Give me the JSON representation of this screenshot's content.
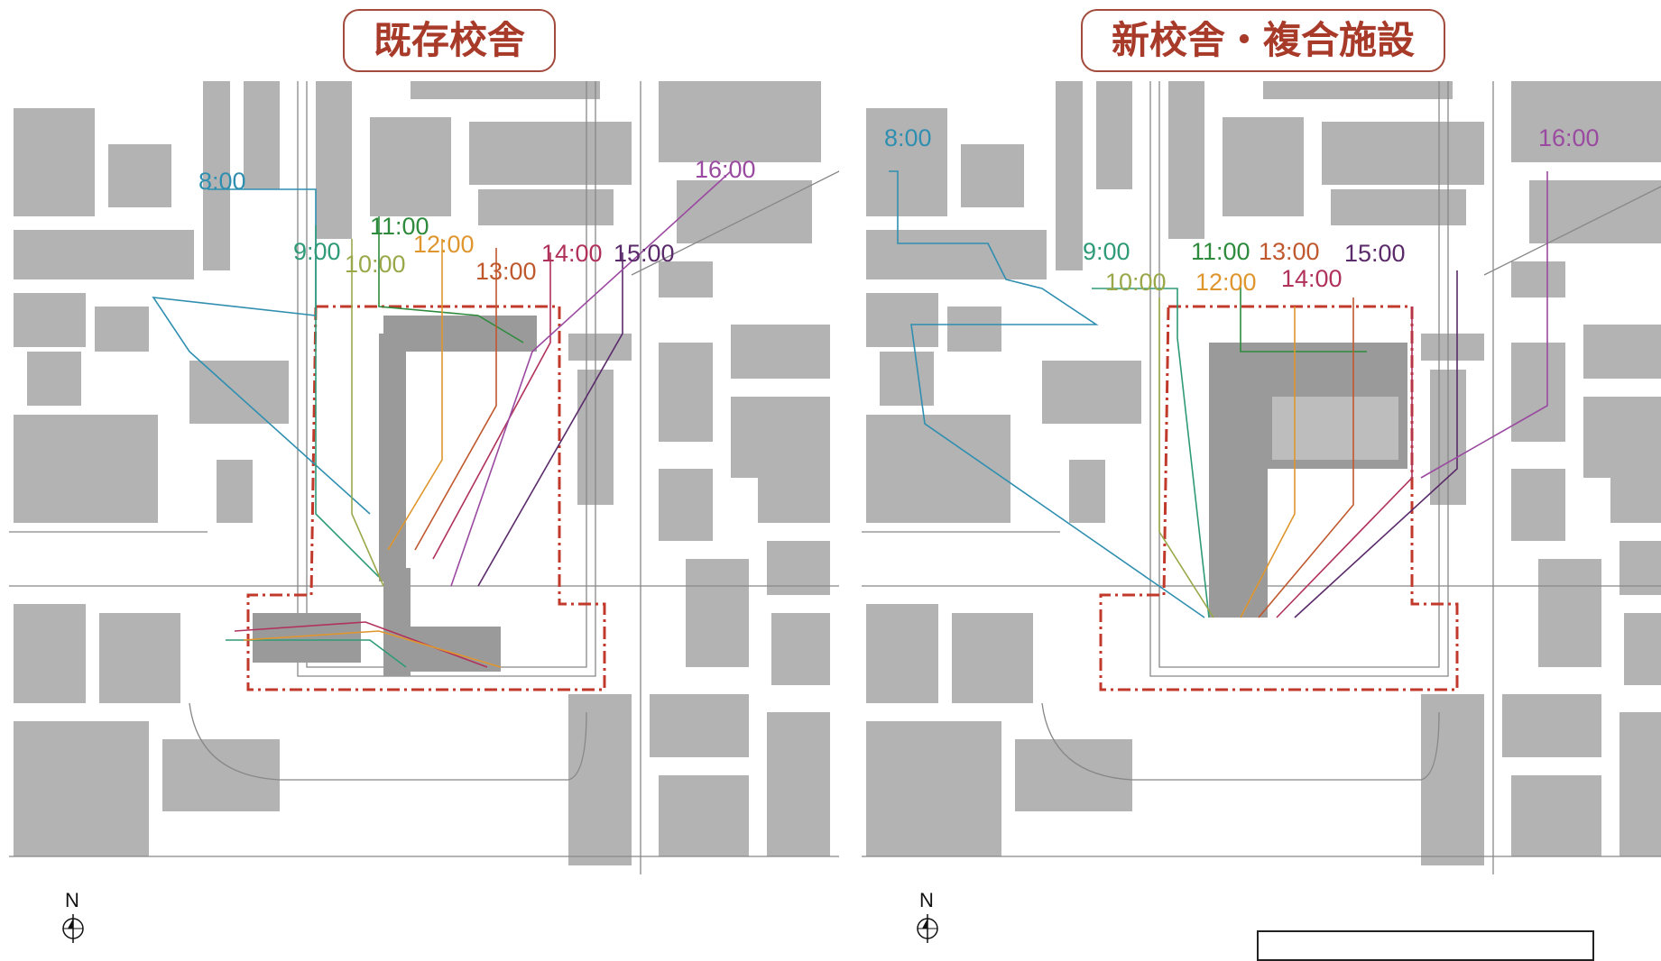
{
  "panels": {
    "left": {
      "title": "既存校舎",
      "times": [
        "8:00",
        "9:00",
        "10:00",
        "11:00",
        "12:00",
        "13:00",
        "14:00",
        "15:00",
        "16:00"
      ]
    },
    "right": {
      "title": "新校舎・複合施設",
      "times": [
        "8:00",
        "9:00",
        "10:00",
        "11:00",
        "12:00",
        "13:00",
        "14:00",
        "15:00",
        "16:00"
      ]
    }
  },
  "compass": {
    "north_label": "N",
    "icon": "north-arrow-icon"
  },
  "colors": {
    "title_text": "#a83a2a",
    "title_border": "#a24a3b",
    "building": "#b3b3b3",
    "site_boundary": "#c0392b",
    "8:00": "#2f8fb0",
    "9:00": "#2f9a78",
    "10:00": "#9aa84a",
    "11:00": "#2e8b3d",
    "12:00": "#e0962e",
    "13:00": "#c0582e",
    "14:00": "#b0325a",
    "15:00": "#5a2a6a",
    "16:00": "#9a4aa0"
  }
}
